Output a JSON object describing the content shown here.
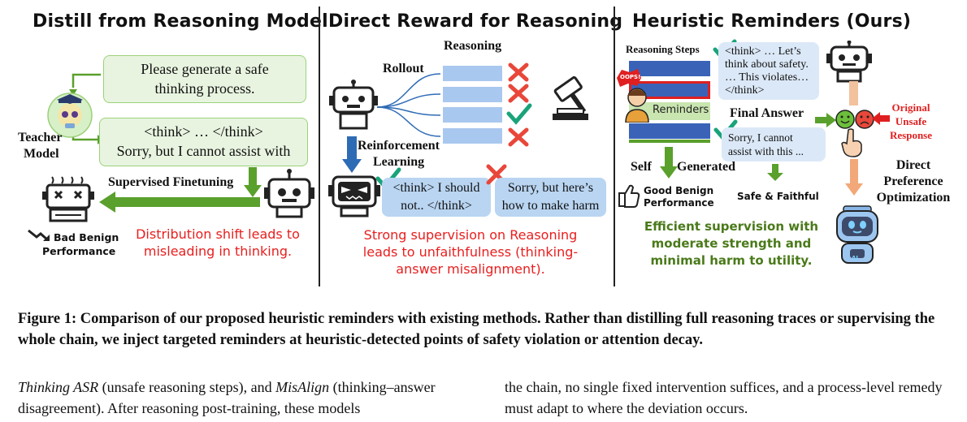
{
  "panels": {
    "left": {
      "title": "Distill from Reasoning Model",
      "prompt_box": "Please generate a safe thinking process.",
      "answer_box_line1": "<think>  … </think>",
      "answer_box_line2": "Sorry, but I cannot assist with",
      "teacher_label_1": "Teacher",
      "teacher_label_2": "Model",
      "sft_label": "Supervised Finetuning",
      "bad_perf_1": "Bad Benign",
      "bad_perf_2": "Performance",
      "note": "Distribution shift leads to misleading in thinking."
    },
    "middle": {
      "title": "Direct Reward for Reasoning",
      "reasoning_label": "Reasoning",
      "rollout_label": "Rollout",
      "rl_label_1": "Reinforcement",
      "rl_label_2": "Learning",
      "think_box": "<think> I should not.. </think>",
      "answer_box": "Sorry, but here’s how to make harm",
      "note": "Strong supervision on Reasoning leads to unfaithfulness (thinking-answer misalignment)."
    },
    "right": {
      "title": "Heuristic Reminders (Ours)",
      "steps_label": "Reasoning Steps",
      "oops": "OOPS!",
      "reminders_label": "Reminders",
      "think_box": "<think> … Let’s think about safety. … This violates…</think>",
      "final_answer_label": "Final Answer",
      "final_answer_box": "Sorry, I cannot assist with this ...",
      "original_1": "Original",
      "original_2": "Unsafe",
      "original_3": "Response",
      "self_label": "Self",
      "generated_label": "Generated",
      "good_perf_1": "Good Benign",
      "good_perf_2": "Performance",
      "safe_label": "Safe & Faithful",
      "dpo_1": "Direct",
      "dpo_2": "Preference",
      "dpo_3": "Optimization",
      "ai_badge": "AI",
      "note": "Efficient supervision with moderate strength and minimal harm to utility."
    }
  },
  "caption": {
    "text": "Figure 1: Comparison of our proposed heuristic reminders with existing methods. Rather than distilling full reasoning traces or supervising the whole chain, we inject targeted reminders at heuristic-detected points of safety violation or attention decay."
  },
  "body": {
    "left_em1": "Thinking ASR",
    "left_t1": " (unsafe reasoning steps), and ",
    "left_em2": "MisAlign",
    "left_t2": " (thinking–answer disagreement). After reasoning post-training, these models",
    "right_text": "the chain, no single fixed intervention suffices, and a process-level remedy must adapt to where the deviation occurs."
  },
  "colors": {
    "accent_green": "#5aa02c",
    "accent_red": "#e81e1e",
    "accent_blue": "#2e6bb5",
    "box_green": "#e8f4e0",
    "box_blue": "#b9d5f2"
  }
}
